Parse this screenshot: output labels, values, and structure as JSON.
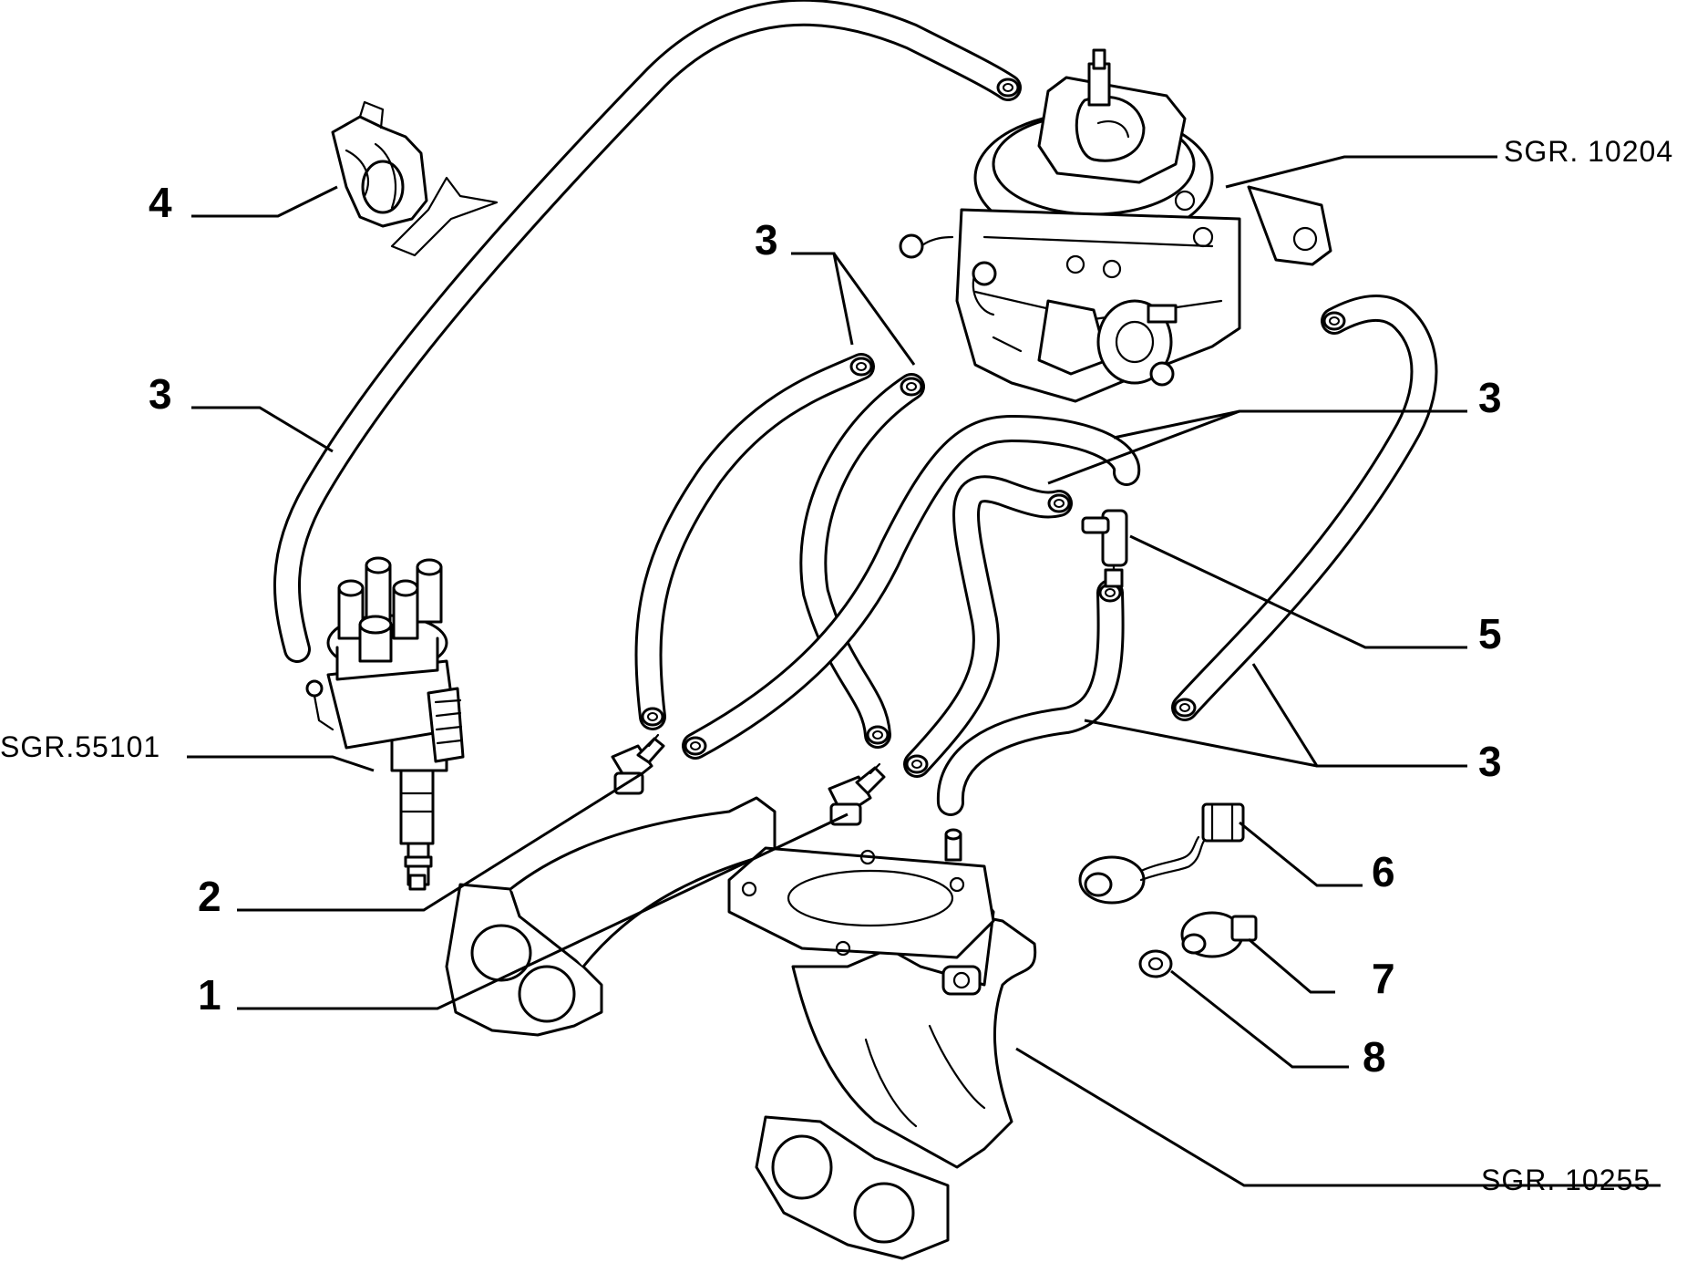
{
  "diagram": {
    "references": {
      "carburettor": "SGR. 10204",
      "distributor": "SGR.55101",
      "manifold": "SGR. 10255"
    },
    "callouts": {
      "c1": "1",
      "c2": "2",
      "c3a": "3",
      "c3b": "3",
      "c3c": "3",
      "c3d": "3",
      "c4": "4",
      "c5": "5",
      "c6": "6",
      "c7": "7",
      "c8": "8"
    }
  }
}
